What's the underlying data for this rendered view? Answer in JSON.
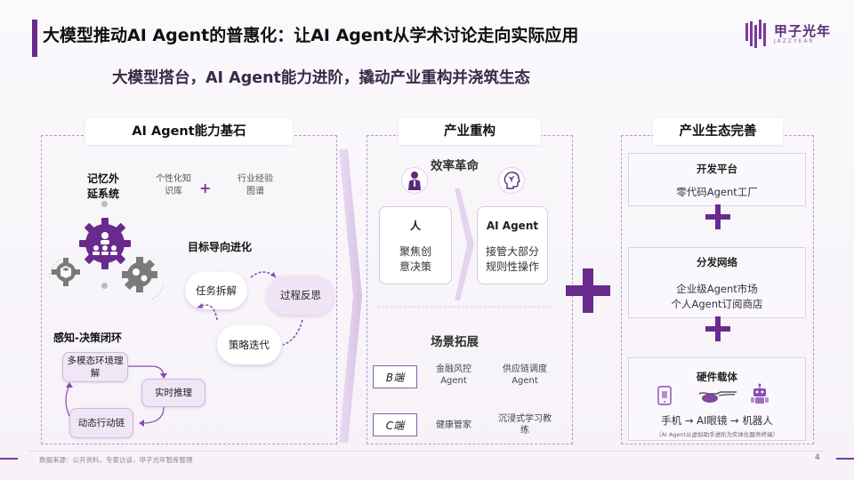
{
  "header": {
    "title": "大模型推动AI Agent的普惠化：让AI Agent从学术讨论走向实际应用",
    "subtitle": "大模型搭台，AI Agent能力进阶，撬动产业重构并浇筑生态",
    "logo_text": "甲子光年",
    "logo_sub": "JAZZYEAR"
  },
  "panel1": {
    "heading": "AI Agent能力基石",
    "memory_label": "记忆外延系统",
    "knowledge_items": [
      "个性化知识库",
      "行业经验图谱"
    ],
    "plus": "+",
    "goal_label": "目标导向进化",
    "goal_steps": [
      "任务拆解",
      "过程反思",
      "策略迭代"
    ],
    "perception_label": "感知-决策闭环",
    "perception_steps": [
      "多模态环境理解",
      "实时推理",
      "动态行动链"
    ]
  },
  "panel2": {
    "heading": "产业重构",
    "efficiency_title": "效率革命",
    "human_card": {
      "title": "人",
      "text": "聚焦创意决策"
    },
    "agent_card": {
      "title": "AI Agent",
      "text": "接管大部分规则性操作"
    },
    "scenario_title": "场景拓展",
    "scenarios": [
      {
        "tag": "B端",
        "items": [
          "金融风控Agent",
          "供应链调度Agent"
        ]
      },
      {
        "tag": "C端",
        "items": [
          "健康管家",
          "沉浸式学习教练"
        ]
      }
    ]
  },
  "panel3": {
    "heading": "产业生态完善",
    "dev": {
      "title": "开发平台",
      "text": "零代码Agent工厂"
    },
    "dist": {
      "title": "分发网络",
      "lines": [
        "企业级Agent市场",
        "个人Agent订阅商店"
      ]
    },
    "hw": {
      "title": "硬件载体",
      "chain": "手机 → AI眼镜 → 机器人",
      "note": "（AI Agent从虚拟助手进阶为实体化服务终端）"
    }
  },
  "footer": {
    "source": "数据来源：公开资料，专家访谈，甲子光年智库整理",
    "page": "4"
  },
  "colors": {
    "accent": "#6a2a8c",
    "accent_light": "#9a5cc0",
    "card_border": "#d9c6e6"
  }
}
